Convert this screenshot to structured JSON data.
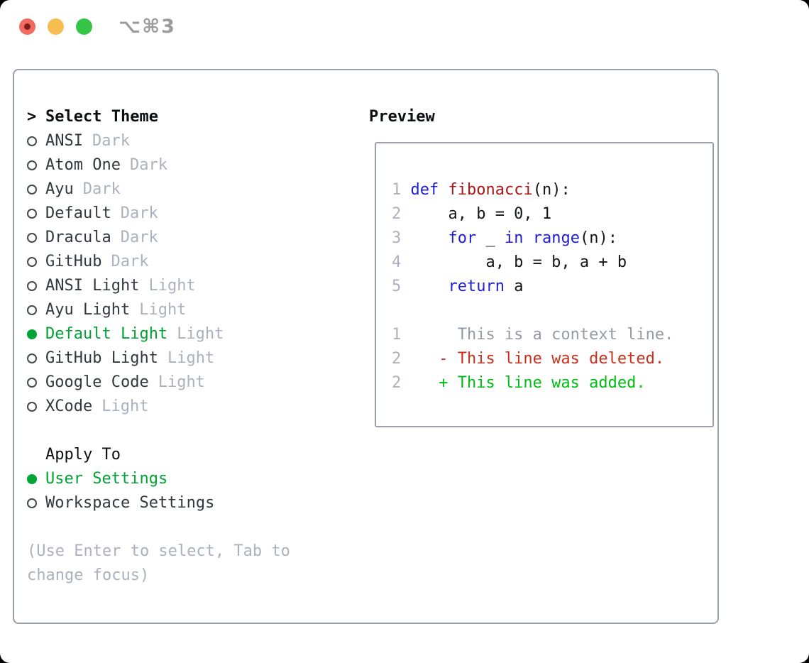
{
  "window": {
    "shortcut": "⌥⌘3"
  },
  "theme_picker": {
    "title_prefix": ">",
    "title": "Select Theme",
    "items": [
      {
        "name": "ANSI",
        "tag": "Dark",
        "selected": false
      },
      {
        "name": "Atom One",
        "tag": "Dark",
        "selected": false
      },
      {
        "name": "Ayu",
        "tag": "Dark",
        "selected": false
      },
      {
        "name": "Default",
        "tag": "Dark",
        "selected": false
      },
      {
        "name": "Dracula",
        "tag": "Dark",
        "selected": false
      },
      {
        "name": "GitHub",
        "tag": "Dark",
        "selected": false
      },
      {
        "name": "ANSI Light",
        "tag": "Light",
        "selected": false
      },
      {
        "name": "Ayu Light",
        "tag": "Light",
        "selected": false
      },
      {
        "name": "Default Light",
        "tag": "Light",
        "selected": true
      },
      {
        "name": "GitHub Light",
        "tag": "Light",
        "selected": false
      },
      {
        "name": "Google Code",
        "tag": "Light",
        "selected": false
      },
      {
        "name": "XCode",
        "tag": "Light",
        "selected": false
      }
    ]
  },
  "apply_to": {
    "title": "Apply To",
    "items": [
      {
        "name": "User Settings",
        "selected": true
      },
      {
        "name": "Workspace Settings",
        "selected": false
      }
    ]
  },
  "help_text": "(Use Enter to select, Tab to change focus)",
  "preview": {
    "title": "Preview",
    "lines": [
      {
        "num": "1",
        "segments": [
          [
            "kw",
            "def"
          ],
          [
            "plain",
            " "
          ],
          [
            "fn",
            "fibonacci"
          ],
          [
            "plain",
            "(n):"
          ]
        ]
      },
      {
        "num": "2",
        "segments": [
          [
            "plain",
            "    a, b = 0, 1"
          ]
        ]
      },
      {
        "num": "3",
        "segments": [
          [
            "plain",
            "    "
          ],
          [
            "kw",
            "for"
          ],
          [
            "plain",
            " _ "
          ],
          [
            "kw",
            "in"
          ],
          [
            "plain",
            " "
          ],
          [
            "kw",
            "range"
          ],
          [
            "plain",
            "(n):"
          ]
        ]
      },
      {
        "num": "4",
        "segments": [
          [
            "plain",
            "        a, b = b, a + b"
          ]
        ]
      },
      {
        "num": "5",
        "segments": [
          [
            "plain",
            "    "
          ],
          [
            "kw",
            "return"
          ],
          [
            "plain",
            " a"
          ]
        ]
      },
      {
        "num": "",
        "segments": []
      },
      {
        "num": "1",
        "segments": [
          [
            "ctx",
            "     This is a context line."
          ]
        ]
      },
      {
        "num": "2",
        "segments": [
          [
            "del",
            "   - This line was deleted."
          ]
        ]
      },
      {
        "num": "2",
        "segments": [
          [
            "add",
            "   + This line was added."
          ]
        ]
      }
    ]
  },
  "colors": {
    "keyword": "#1f1fd0",
    "function": "#a91616",
    "deleted": "#cc2f1c",
    "added": "#00bd13",
    "context": "#939ca6",
    "line_number": "#a9b2bd",
    "tag": "#a9b2bd",
    "help": "#a9b2bd",
    "item_text": "#33383f",
    "heading": "#0c0f12",
    "selected_green": "#00a434",
    "panel_border": "#99a1ad",
    "traffic_red": "#f16b5e",
    "traffic_red_dot": "#7c1f1a",
    "traffic_yellow": "#f6be50",
    "traffic_green": "#35c648",
    "shortcut_gray": "#9b9b9b"
  }
}
